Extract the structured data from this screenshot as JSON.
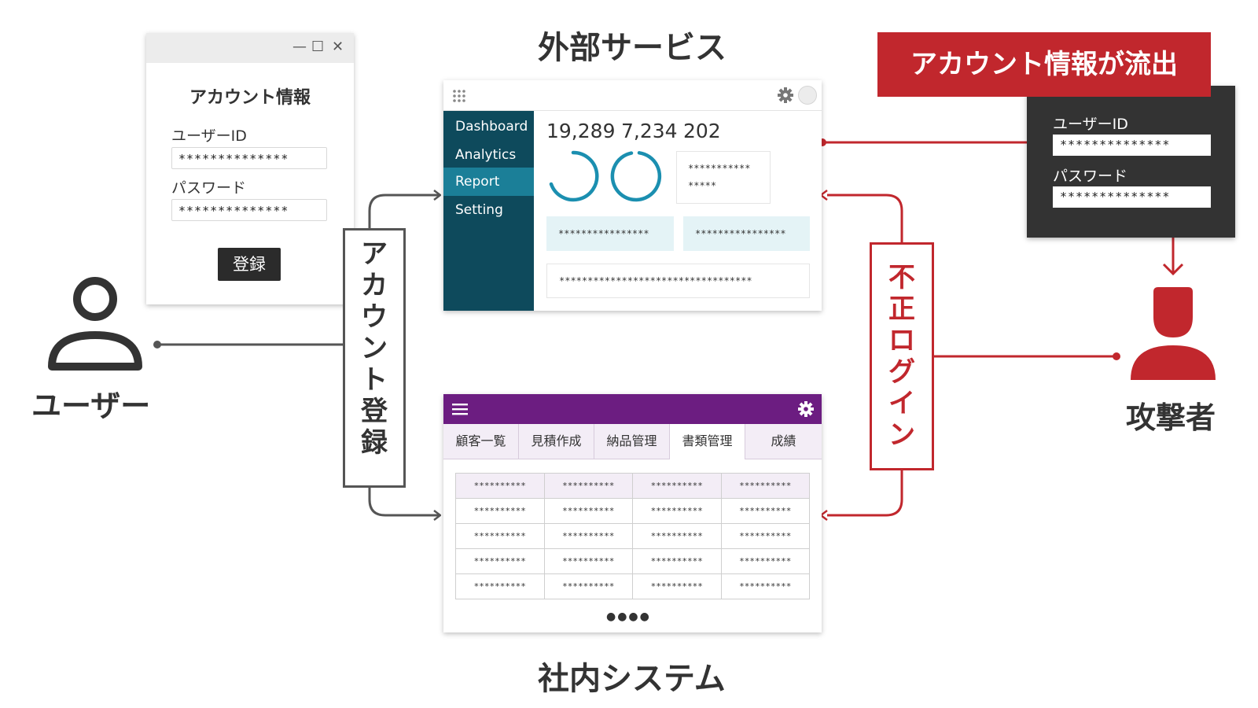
{
  "titles": {
    "external": "外部サービス",
    "internal": "社内システム"
  },
  "actors": {
    "user": "ユーザー",
    "attacker": "攻撃者"
  },
  "colors": {
    "accent_red": "#c1272d",
    "dark": "#333333",
    "teal": "#0e4a5c",
    "teal_active": "#1b7f98",
    "purple": "#6c1d81"
  },
  "registration": {
    "window_controls": [
      "—",
      "☐",
      "✕"
    ],
    "title": "アカウント情報",
    "userid_label": "ユーザーID",
    "userid_value": "**************",
    "password_label": "パスワード",
    "password_value": "**************",
    "submit_label": "登録"
  },
  "labels": {
    "account_registration": [
      "ア",
      "カ",
      "ウ",
      "ン",
      "ト",
      "登",
      "録"
    ],
    "unauthorized_login": [
      "不",
      "正",
      "ロ",
      "グ",
      "イ",
      "ン"
    ]
  },
  "external_service": {
    "icons": [
      "grid-icon",
      "gear-icon",
      "circle-icon"
    ],
    "nav": [
      "Dashboard",
      "Analytics",
      "Report",
      "Setting"
    ],
    "active_nav": "Report",
    "stats": [
      "19,289",
      "7,234",
      "202"
    ],
    "box_top_line1": "***********",
    "box_top_line2": "*****",
    "box_mid_left": "****************",
    "box_mid_right": "****************",
    "box_bottom": "**********************************"
  },
  "internal_system": {
    "icons": [
      "menu-icon",
      "gear-icon"
    ],
    "tabs": [
      "顧客一覧",
      "見積作成",
      "納品管理",
      "書類管理",
      "成績"
    ],
    "active_tab": "書類管理",
    "cell": "**********",
    "pagination": "●●●●"
  },
  "leak": {
    "banner": "アカウント情報が流出",
    "userid_label": "ユーザーID",
    "userid_value": "**************",
    "password_label": "パスワード",
    "password_value": "**************"
  }
}
